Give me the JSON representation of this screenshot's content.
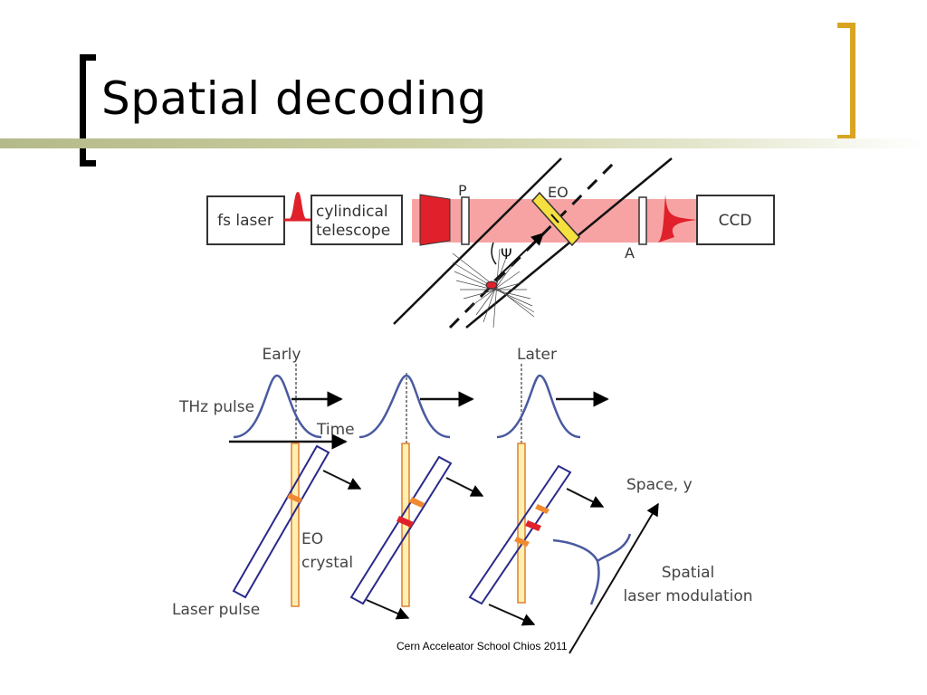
{
  "slide": {
    "title": "Spatial decoding",
    "footer": "Cern Acceleator School Chios 2011"
  },
  "setup_diagram": {
    "fs_laser": "fs laser",
    "telescope_line1": "cylindical",
    "telescope_line2": "telescope",
    "polarizer": "P",
    "eo": "EO",
    "analyzer": "A",
    "angle": "Ψ",
    "ccd": "CCD"
  },
  "timing_diagram": {
    "early": "Early",
    "later": "Later",
    "thz_pulse": "THz pulse",
    "time": "Time",
    "eo_line1": "EO",
    "eo_line2": "crystal",
    "laser_pulse": "Laser pulse",
    "space_axis": "Space, y",
    "modulation_line1": "Spatial",
    "modulation_line2": "laser modulation"
  },
  "colors": {
    "accent_bracket": "#d9a521",
    "laser_beam": "#f7a3a3",
    "thz_curve": "#4a5aa0",
    "crystal_fill": "#fdf0b0",
    "crystal_edge": "#e08030",
    "modulation_red": "#e0202a",
    "modulation_orange": "#f08a30"
  }
}
